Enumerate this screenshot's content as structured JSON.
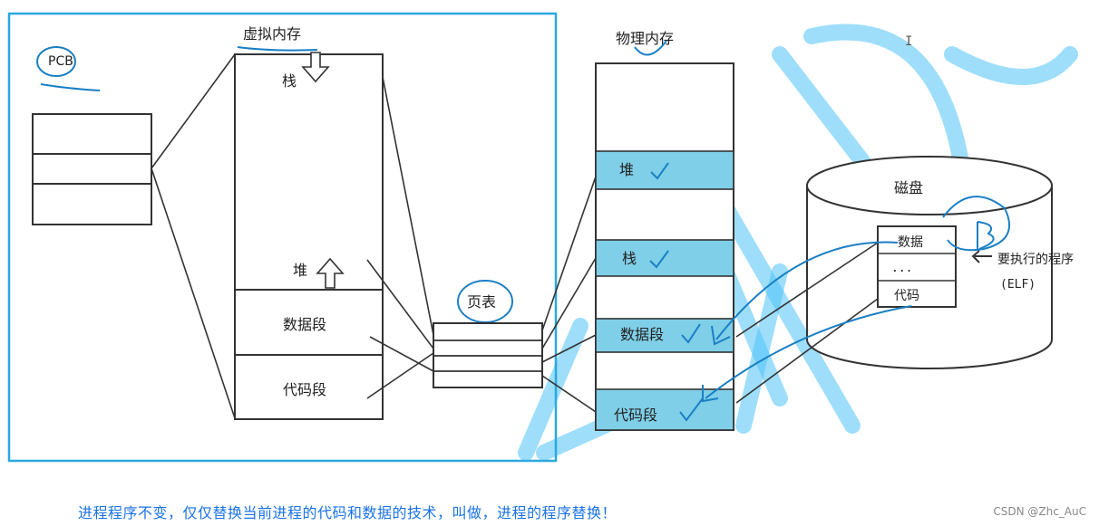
{
  "pcb": {
    "label": "PCB"
  },
  "virtual_memory": {
    "title": "虚拟内存",
    "stack": "栈",
    "heap": "堆",
    "data_segment": "数据段",
    "code_segment": "代码段"
  },
  "page_table": {
    "label": "页表"
  },
  "physical_memory": {
    "title": "物理内存",
    "heap": "堆",
    "stack": "栈",
    "data_segment": "数据段",
    "code_segment": "代码段"
  },
  "disk": {
    "title": "磁盘",
    "data": "数据",
    "ellipsis": "...",
    "code": "代码",
    "annotation": "要执行的程序",
    "format": "(ELF)"
  },
  "caption": "进程程序不变，仅仅替换当前进程的代码和数据的技术，叫做，进程的程序替换！",
  "credit": "CSDN @Zhc_AuC",
  "colors": {
    "highlight": "#7fcfe8",
    "ink": "#1a7fc4",
    "watermark": "#4fc3f7",
    "caption": "#1a73e8"
  }
}
